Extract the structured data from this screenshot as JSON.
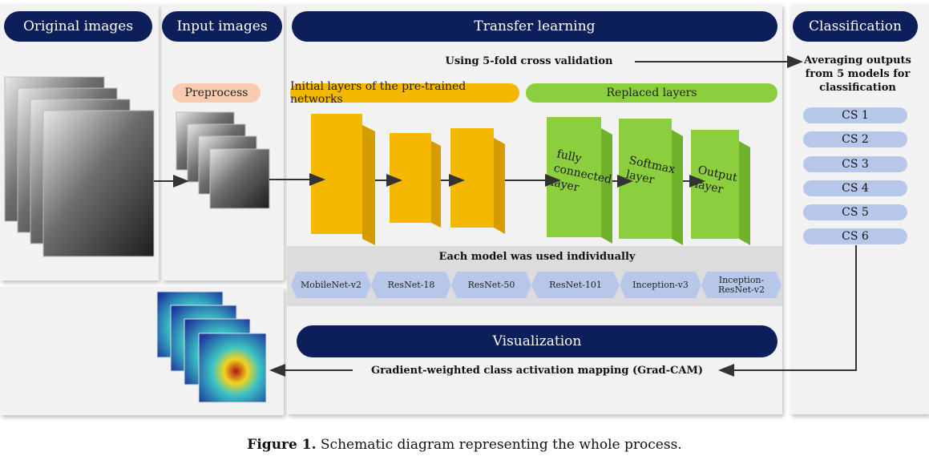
{
  "headers": {
    "original": "Original images",
    "input": "Input images",
    "transfer": "Transfer learning",
    "classification": "Classification",
    "visualization": "Visualization"
  },
  "labels": {
    "preprocess": "Preprocess",
    "initial_layers": "Initial layers of the pre-trained networks",
    "replaced_layers": "Replaced layers",
    "cross_validation": "Using 5-fold cross validation",
    "averaging": "Averaging outputs from 5 models for classification",
    "each_model": "Each model was used individually",
    "gradcam": "Gradient-weighted class activation mapping (Grad-CAM)"
  },
  "replaced_layer_names": [
    "fully connected layer",
    "Softmax layer",
    "Output layer"
  ],
  "models": [
    "MobileNet-v2",
    "ResNet-18",
    "ResNet-50",
    "ResNet-101",
    "Inception-v3",
    "Inception-ResNet-v2"
  ],
  "classes": [
    "CS 1",
    "CS 2",
    "CS 3",
    "CS 4",
    "CS 5",
    "CS 6"
  ],
  "caption": {
    "prefix": "Figure 1.",
    "text": " Schematic diagram representing the whole process."
  },
  "colors": {
    "navy": "#0c1f5b",
    "yellow": "#f5b800",
    "green": "#8ccf3e",
    "peach": "#f9cbb0",
    "blue_pill": "#b6c7ea"
  }
}
